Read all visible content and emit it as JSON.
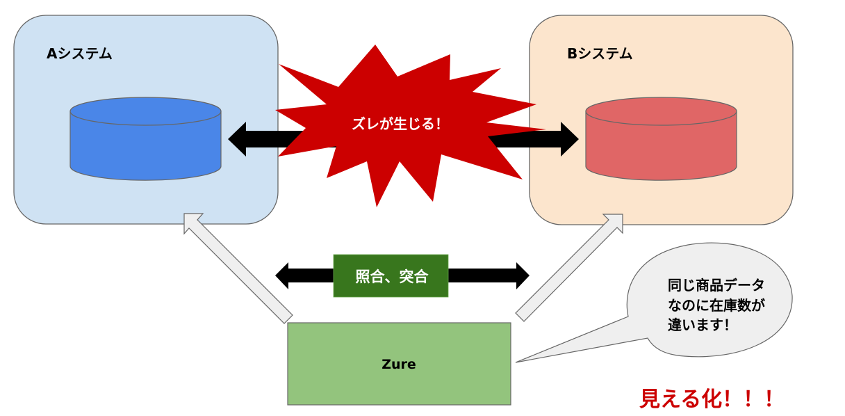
{
  "system_a": {
    "title": "Aシステム",
    "fill": "#cfe2f3",
    "db_fill": "#4a86e8"
  },
  "system_b": {
    "title": "Bシステム",
    "fill": "#fce5cd",
    "db_fill": "#e06666"
  },
  "conflict": {
    "label": "ズレが生じる！",
    "fill": "#cc0000",
    "text_color": "#ffffff"
  },
  "reconcile": {
    "label": "照合、突合",
    "fill": "#38761d",
    "text_color": "#ffffff"
  },
  "zure": {
    "label": "Zure",
    "fill": "#93c47d"
  },
  "speech_bubble": {
    "lines": [
      "同じ商品データ",
      "なのに在庫数が",
      "違います！"
    ],
    "fill": "#efefef"
  },
  "visualize": {
    "label": "見える化！！！",
    "color": "#cc0000"
  },
  "colors": {
    "border": "#666666",
    "arrow": "#000000",
    "gray_arrow_fill": "#efefef"
  }
}
